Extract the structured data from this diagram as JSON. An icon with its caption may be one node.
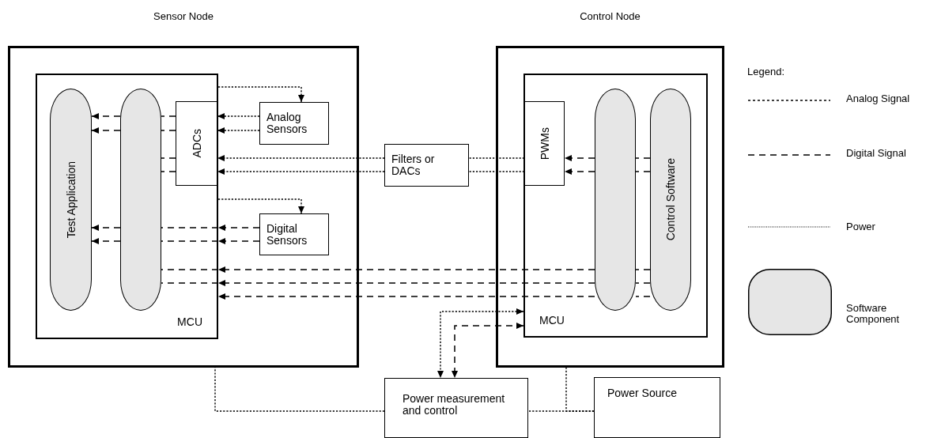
{
  "diagram": {
    "nodes": [
      {
        "text": [
          "Sensor Node"
        ]
      },
      {
        "text": [
          "MCU"
        ],
        "in": 0
      },
      {
        "text": [
          "Test Application"
        ],
        "in": 1
      },
      {
        "text": [],
        "shape": "pill",
        "in": 1
      },
      {
        "text": [
          "ADCs"
        ],
        "in": 1
      },
      {
        "text": [
          "Analog Sensors"
        ],
        "in": 0
      },
      {
        "text": [
          "Digital Sensors"
        ],
        "in": 0
      },
      {
        "text": [
          "Filters or DACs"
        ]
      },
      {
        "text": [
          "Control Node"
        ]
      },
      {
        "text": [
          "MCU"
        ],
        "in": 8
      },
      {
        "text": [
          "PWMs"
        ],
        "in": 9
      },
      {
        "text": [],
        "shape": "pill",
        "in": 9
      },
      {
        "text": [
          "Control Software"
        ],
        "in": 9
      },
      {
        "text": [
          "Power measurement and control"
        ]
      },
      {
        "text": [
          "Power Source"
        ]
      }
    ],
    "edges": [
      {
        "from": 1,
        "to": 5,
        "arrow": "to"
      },
      {
        "from": 1,
        "to": 6,
        "arrow": "to"
      },
      {
        "from": 5,
        "to": 4,
        "arrow": "to"
      },
      {
        "from": 5,
        "to": 4,
        "arrow": "to"
      },
      {
        "from": 7,
        "to": 4,
        "arrow": "to"
      },
      {
        "from": 7,
        "to": 4,
        "arrow": "to"
      },
      {
        "from": 10,
        "to": 7,
        "arrow": "none"
      },
      {
        "from": 10,
        "to": 7,
        "arrow": "none"
      },
      {
        "from": 12,
        "to": 11,
        "arrow": "none",
        "style": "dashed"
      },
      {
        "from": 12,
        "to": 11,
        "arrow": "none",
        "style": "dashed"
      },
      {
        "from": 11,
        "to": 10,
        "arrow": "to",
        "style": "dashed"
      },
      {
        "from": 11,
        "to": 10,
        "arrow": "to",
        "style": "dashed"
      },
      {
        "from": 4,
        "to": 3,
        "arrow": "none",
        "style": "dashed"
      },
      {
        "from": 4,
        "to": 3,
        "arrow": "none",
        "style": "dashed"
      },
      {
        "from": 4,
        "to": 3,
        "arrow": "none",
        "style": "dashed"
      },
      {
        "from": 4,
        "to": 3,
        "arrow": "none",
        "style": "dashed"
      },
      {
        "from": 3,
        "to": 2,
        "arrow": "to",
        "style": "dashed"
      },
      {
        "from": 3,
        "to": 2,
        "arrow": "to",
        "style": "dashed"
      },
      {
        "from": 6,
        "to": 1,
        "arrow": "to",
        "style": "dashed"
      },
      {
        "from": 6,
        "to": 1,
        "arrow": "to",
        "style": "dashed"
      },
      {
        "from": 1,
        "to": 3,
        "arrow": "none",
        "style": "dashed"
      },
      {
        "from": 1,
        "to": 3,
        "arrow": "none",
        "style": "dashed"
      },
      {
        "from": 3,
        "to": 2,
        "arrow": "to",
        "style": "dashed"
      },
      {
        "from": 3,
        "to": 2,
        "arrow": "to",
        "style": "dashed"
      },
      {
        "from": 12,
        "to": 11,
        "arrow": "none",
        "style": "dashed"
      },
      {
        "from": 12,
        "to": 11,
        "arrow": "none",
        "style": "dashed"
      },
      {
        "from": 12,
        "to": 11,
        "arrow": "none",
        "style": "dashed"
      },
      {
        "from": 11,
        "to": 1,
        "arrow": "to",
        "style": "dashed"
      },
      {
        "from": 11,
        "to": 1,
        "arrow": "to",
        "style": "dashed"
      },
      {
        "from": 11,
        "to": 1,
        "arrow": "to",
        "style": "dashed"
      },
      {
        "from": 1,
        "to": 3,
        "arrow": "none",
        "style": "dashed"
      },
      {
        "from": 1,
        "to": 3,
        "arrow": "none",
        "style": "dashed"
      },
      {
        "from": 9,
        "to": 13,
        "arrow": "both"
      },
      {
        "from": 9,
        "to": 13,
        "arrow": "both",
        "style": "dashed"
      },
      {
        "from": 13,
        "to": 0,
        "arrow": "none"
      },
      {
        "from": 14,
        "to": 13,
        "arrow": "none"
      },
      {
        "from": 14,
        "to": 8,
        "arrow": "none"
      }
    ],
    "labels": [
      "Legend:"
    ],
    "legend": [
      {
        "text": "Analog Signal"
      },
      {
        "text": "Digital Signal"
      },
      {
        "text": "Power"
      },
      {
        "text": "Software Component"
      }
    ]
  }
}
